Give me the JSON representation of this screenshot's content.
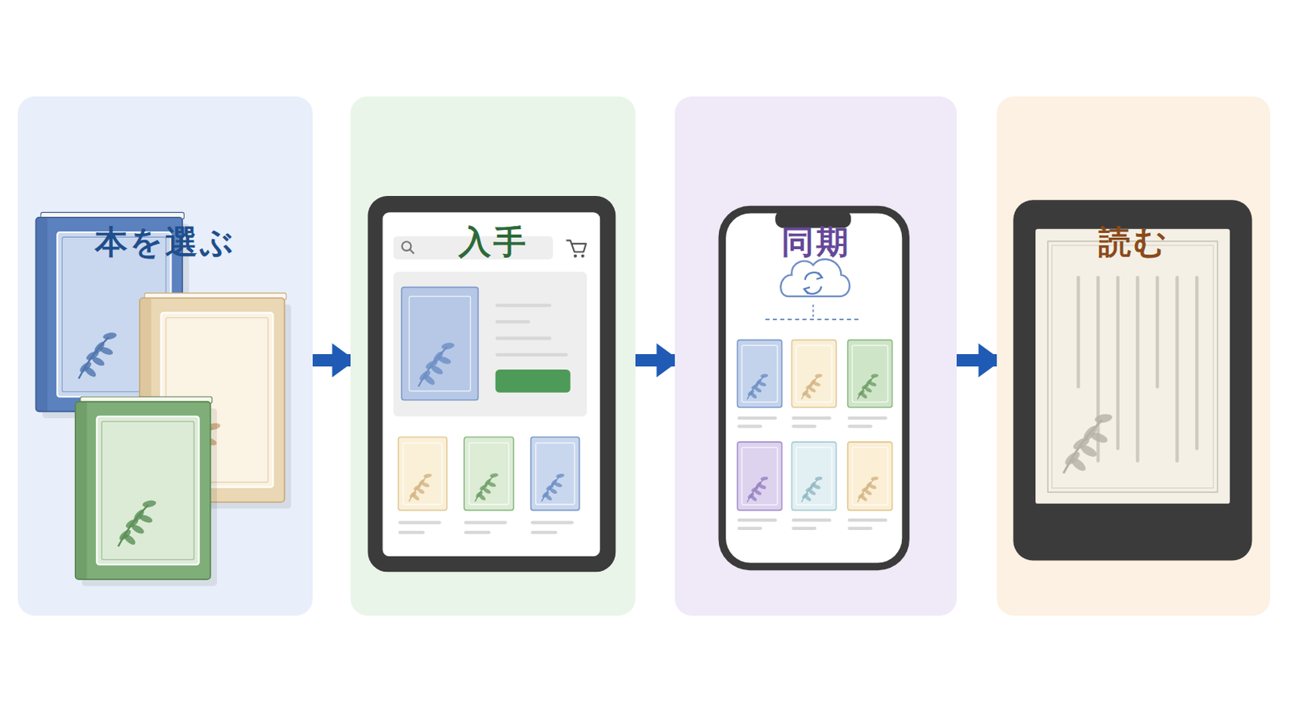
{
  "diagram": {
    "nodes": [
      {
        "text": [
          "本を選ぶ"
        ]
      },
      {
        "text": [
          "入手"
        ]
      },
      {
        "text": [
          "同期"
        ]
      },
      {
        "text": [
          "読む"
        ]
      }
    ],
    "edges": [
      {
        "from": 0,
        "to": 1,
        "arrow": "to"
      },
      {
        "from": 1,
        "to": 2,
        "arrow": "to"
      },
      {
        "from": 2,
        "to": 3,
        "arrow": "to"
      }
    ]
  }
}
